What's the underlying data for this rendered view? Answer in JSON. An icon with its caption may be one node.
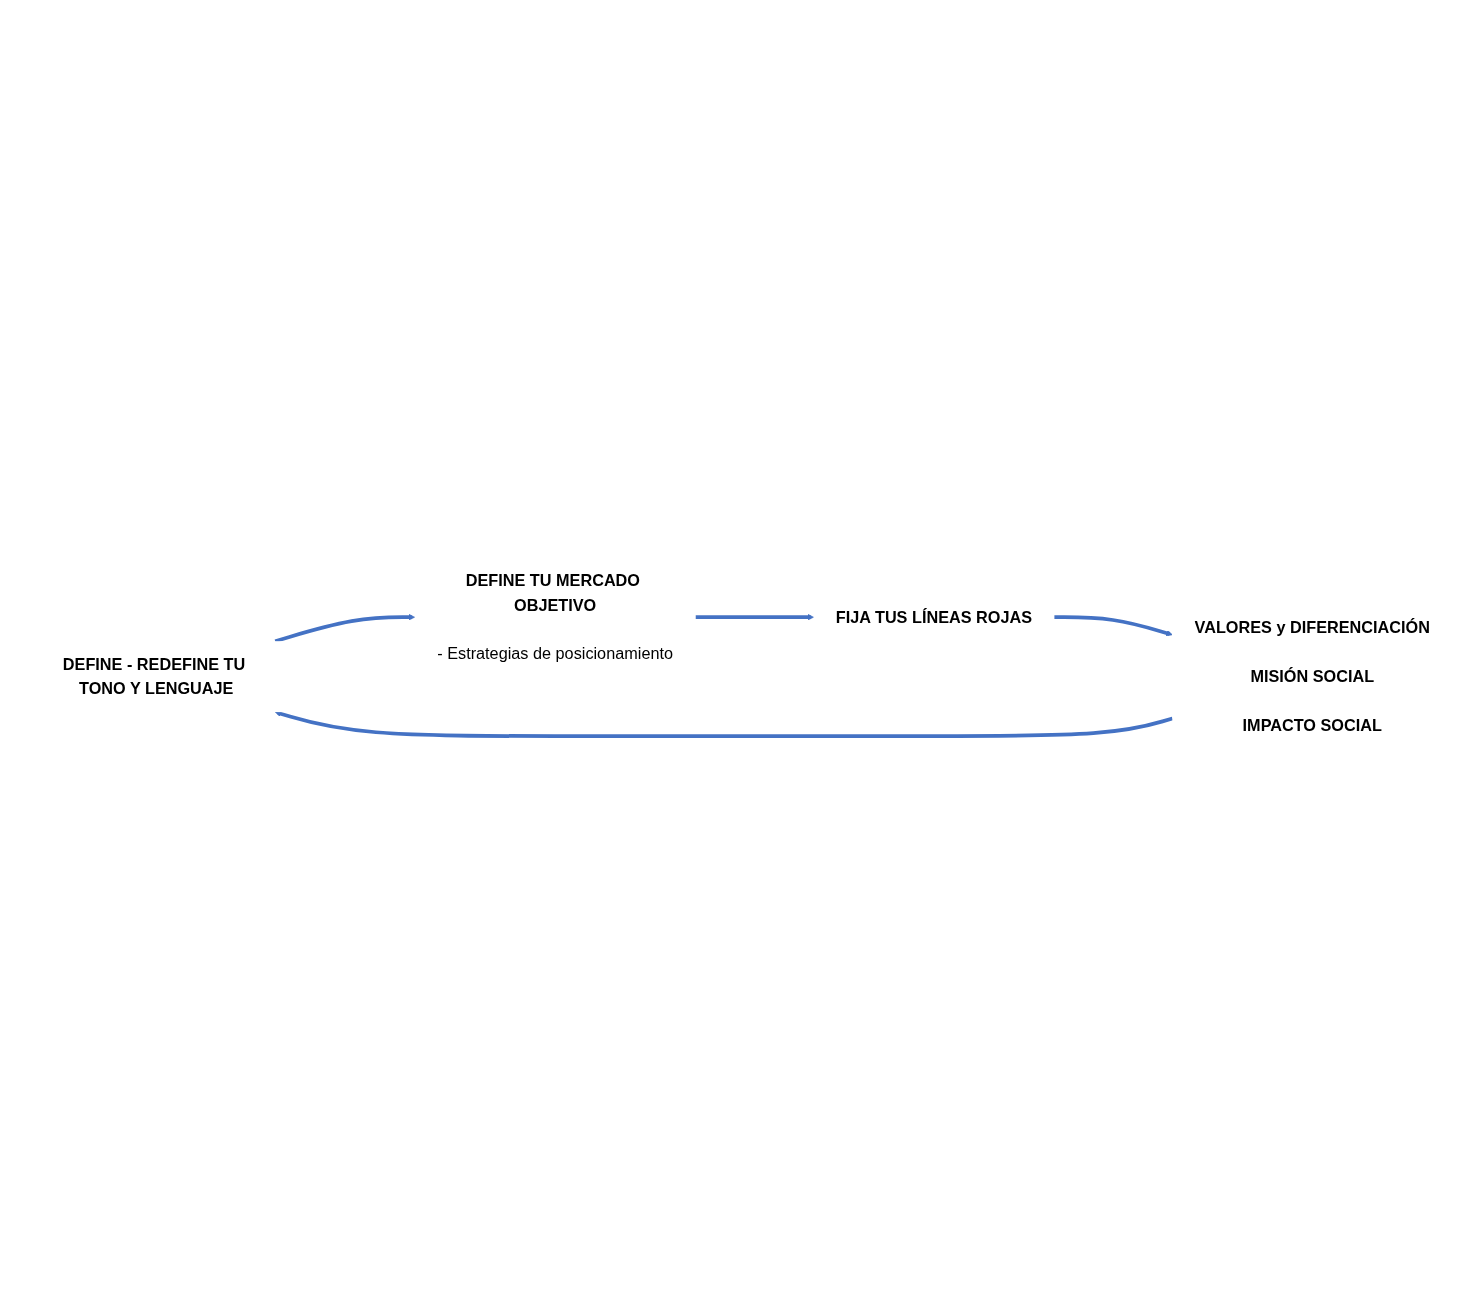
{
  "diagram": {
    "nodes": [
      {
        "text": [
          "DEFINE - REDEFINE TU TONO Y LENGUAJE"
        ]
      },
      {
        "text": [
          "DEFINE TU MERCADO OBJETIVO",
          "- Estrategias de posicionamiento"
        ]
      },
      {
        "text": [
          "FIJA TUS LÍNEAS ROJAS"
        ]
      },
      {
        "text": [
          "VALORES y DIFERENCIACIÓN",
          "MISIÓN SOCIAL",
          "IMPACTO SOCIAL"
        ]
      }
    ],
    "edges": [
      {
        "from": 0,
        "to": 1,
        "arrow": "to"
      },
      {
        "from": 1,
        "to": 2,
        "arrow": "to"
      },
      {
        "from": 2,
        "to": 3,
        "arrow": "to"
      },
      {
        "from": 3,
        "to": 0,
        "arrow": "to"
      }
    ]
  }
}
